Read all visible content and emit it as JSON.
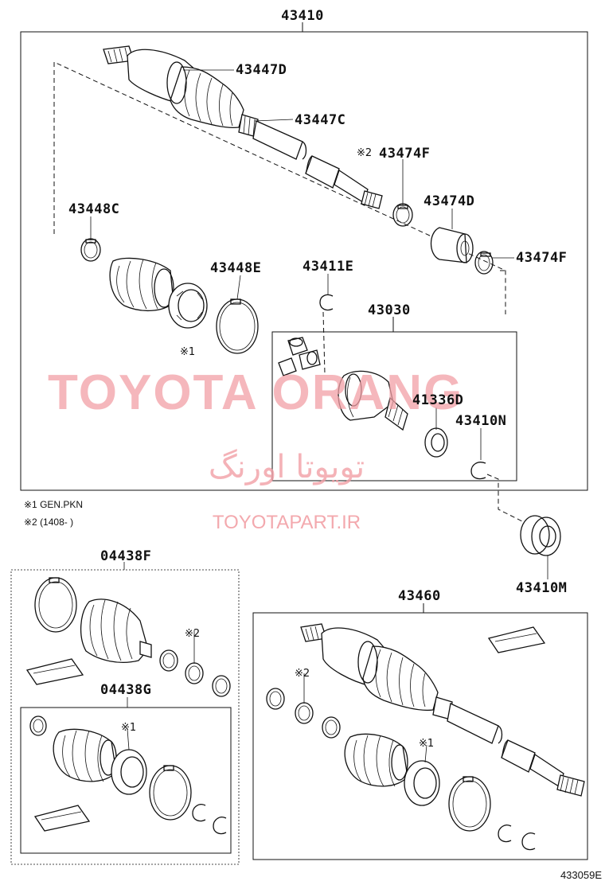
{
  "labels": {
    "main_assembly": "43410",
    "boot_outer_clamp_d": "43447D",
    "boot_outer_clamp_c": "43447C",
    "clamp_f_top": "43474F",
    "note_mark_2_top": "※2",
    "damper_d": "43474D",
    "clamp_f_right": "43474F",
    "boot_inner_c": "43448C",
    "boot_inner_e": "43448E",
    "snap_ring_e": "43411E",
    "inboard_joint": "43030",
    "seal_d": "41336D",
    "snap_ring_n": "43410N",
    "bearing_m": "43410M",
    "boot_kit_f": "04438F",
    "boot_kit_g": "04438G",
    "assembly_rh": "43460",
    "mark_1_left": "※1",
    "mark_2_kit_f": "※2",
    "mark_1_kit_g": "※1",
    "mark_2_rh": "※2",
    "mark_1_rh": "※1"
  },
  "notes": {
    "note1": "※1 GEN.PKN",
    "note2": "※2 (1408-        )"
  },
  "watermark": {
    "brand": "TOYOTA ORANG",
    "persian": "تویوتا اورنگ",
    "site": "TOYOTAPART.IR"
  },
  "figure_code": "433059E",
  "colors": {
    "line": "#111111",
    "watermark": "#f2a0a6",
    "background": "#ffffff"
  }
}
